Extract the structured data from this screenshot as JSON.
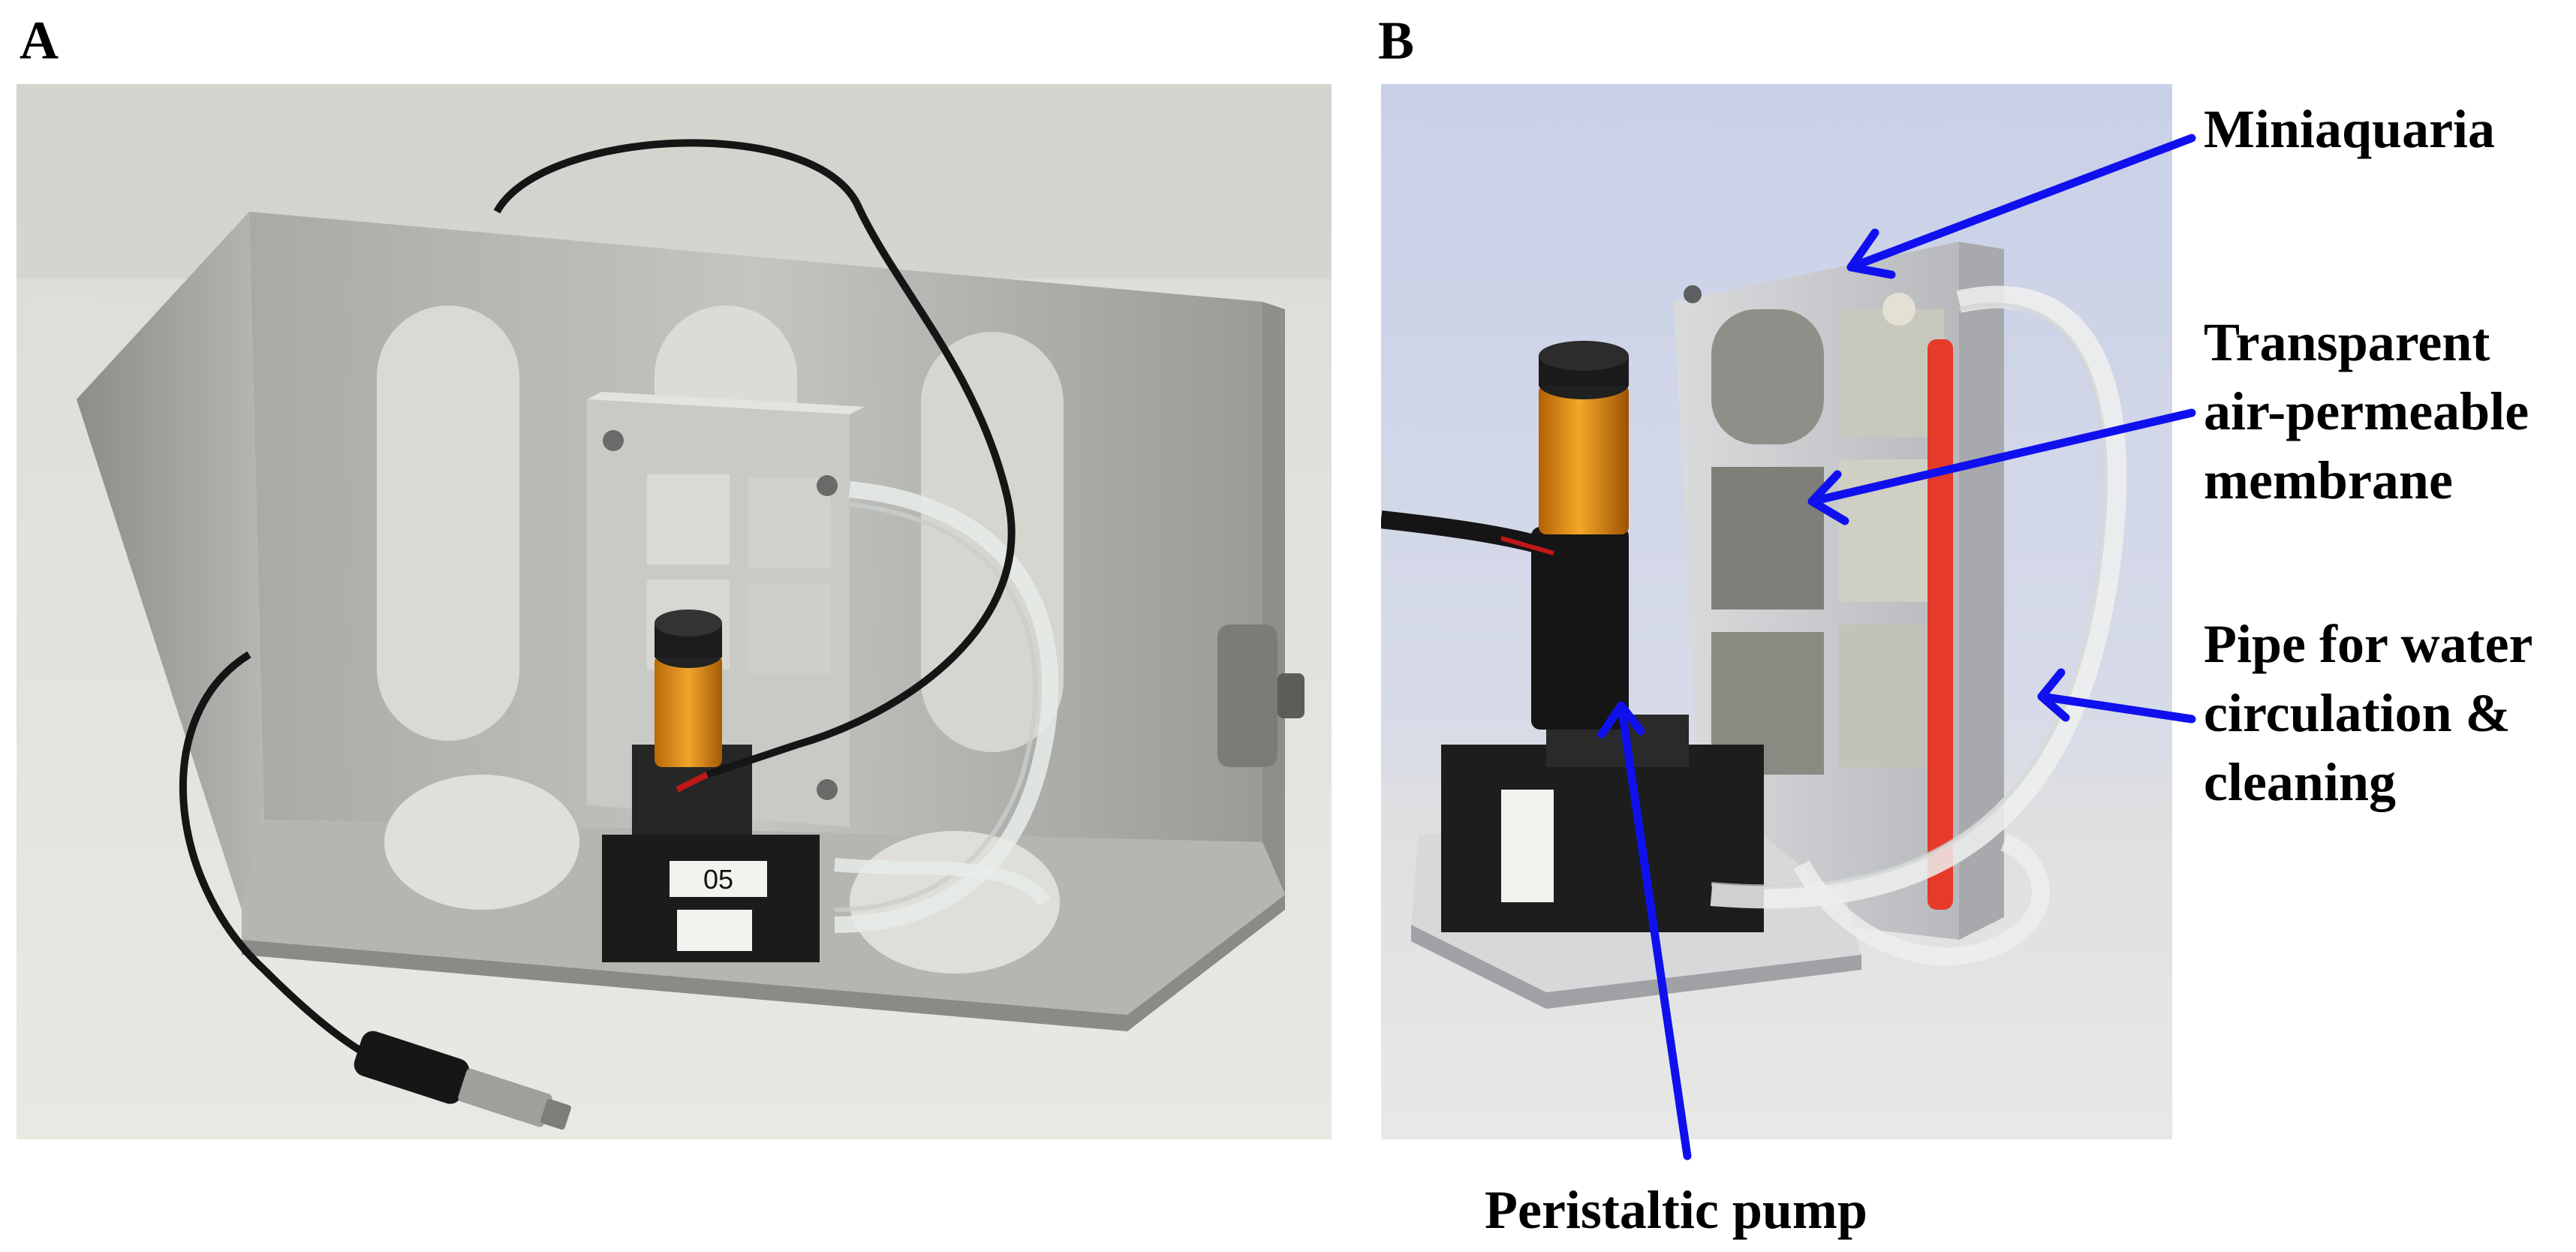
{
  "panels": {
    "a": {
      "letter": "A"
    },
    "b": {
      "letter": "B"
    }
  },
  "photo_a": {
    "pump_tag": "05"
  },
  "labels": {
    "miniaquaria": "Miniaquaria",
    "membrane_line1": "Transparent",
    "membrane_line2": "air-permeable",
    "membrane_line3": "membrane",
    "pipe_line1": "Pipe for water",
    "pipe_line2": "circulation &",
    "pipe_line3": "cleaning",
    "pump": "Peristaltic pump"
  },
  "colors": {
    "arrow": "#1010ee",
    "membrane_red": "#e63a2a",
    "tube": "#e8ecea"
  }
}
